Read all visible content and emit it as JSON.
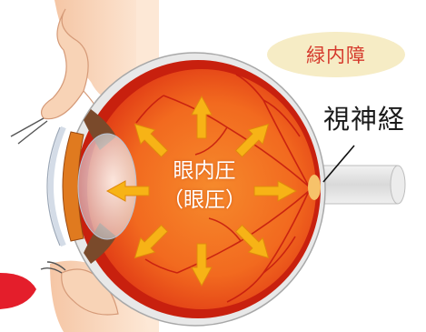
{
  "badge": {
    "label": "緑内障"
  },
  "labels": {
    "optic_nerve": "視神経",
    "pressure_line1": "眼内圧",
    "pressure_line2": "（眼圧）"
  },
  "colors": {
    "arrow_fill": "#f7b316",
    "retina": "#f05a1e",
    "choroid": "#c8200e",
    "sclera": "#e8e8e8",
    "badge_bg": "#f6ecc5",
    "badge_text": "#d5392c",
    "skin": "#f8d3b6"
  },
  "icons": [
    "pressure-arrow-icon",
    "optic-nerve-shape",
    "lens-shape"
  ]
}
